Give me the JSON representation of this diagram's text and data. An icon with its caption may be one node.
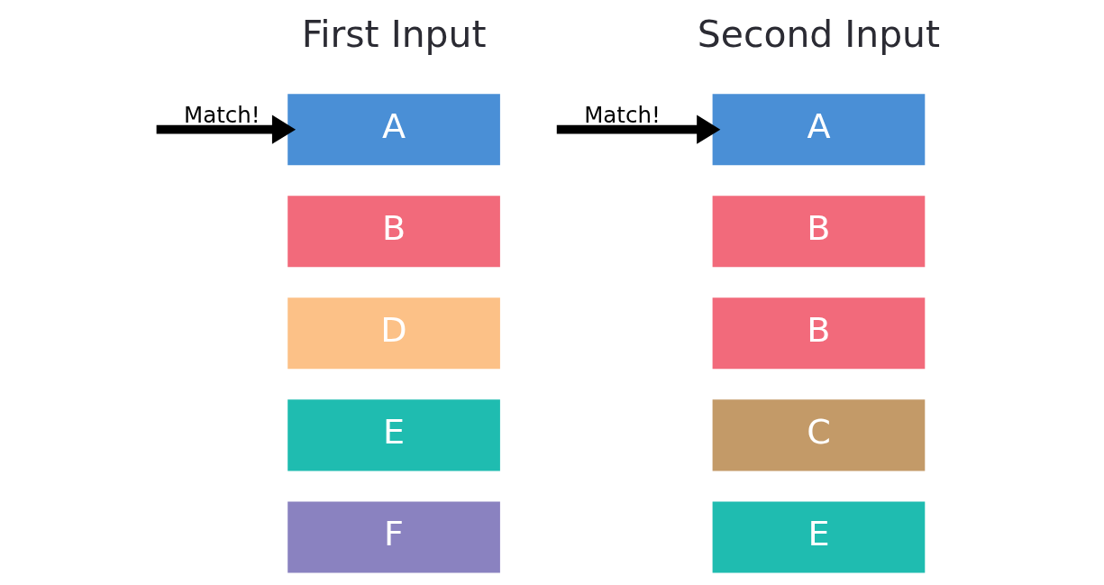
{
  "diagram": {
    "nodes": [
      {
        "text": [
          "A"
        ]
      },
      {
        "text": [
          "B"
        ]
      },
      {
        "text": [
          "D"
        ]
      },
      {
        "text": [
          "E"
        ]
      },
      {
        "text": [
          "F"
        ]
      },
      {
        "text": [
          "A"
        ]
      },
      {
        "text": [
          "B"
        ]
      },
      {
        "text": [
          "B"
        ]
      },
      {
        "text": [
          "C"
        ]
      },
      {
        "text": [
          "E"
        ]
      }
    ],
    "edges": [
      {
        "from": null,
        "to": 0,
        "arrow": "to",
        "label": "Match!"
      },
      {
        "from": null,
        "to": 5,
        "arrow": "to",
        "label": "Match!"
      }
    ],
    "labels": [
      "First Input",
      "Second Input"
    ]
  }
}
